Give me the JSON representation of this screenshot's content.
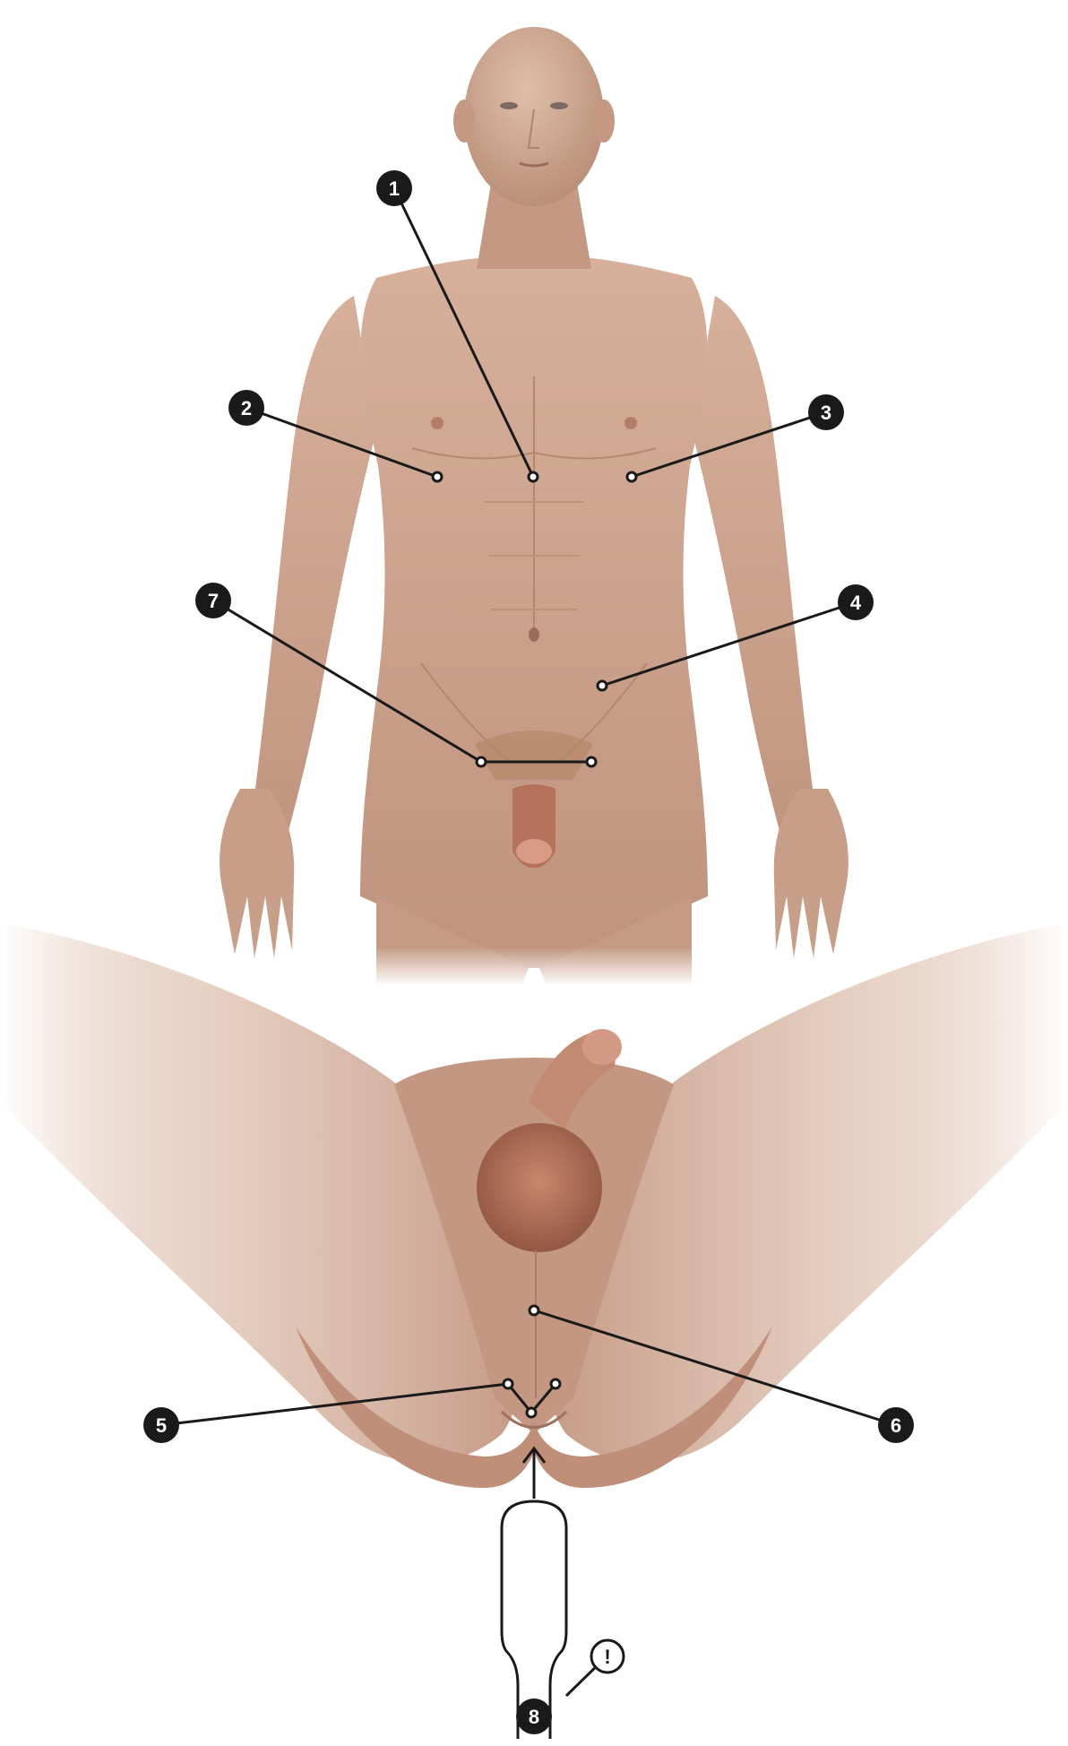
{
  "markers": [
    {
      "id": "m1",
      "number": "1"
    },
    {
      "id": "m2",
      "number": "2"
    },
    {
      "id": "m3",
      "number": "3"
    },
    {
      "id": "m4",
      "number": "4"
    },
    {
      "id": "m5",
      "number": "5"
    },
    {
      "id": "m6",
      "number": "6"
    },
    {
      "id": "m7",
      "number": "7"
    },
    {
      "id": "m8",
      "number": "8"
    }
  ],
  "warning": {
    "symbol": "!"
  },
  "colors": {
    "skin": "#c9a08a",
    "skin_shadow": "#a77d69",
    "skin_highlight": "#dcbaa5",
    "marker_fill": "#1a1a1a",
    "marker_text": "#ffffff",
    "leader_line": "#1a1a1a"
  },
  "icons": [
    "anatomy-front-figure",
    "anatomy-perineum-view",
    "warning-icon",
    "arrow-up-icon",
    "probe-outline"
  ]
}
